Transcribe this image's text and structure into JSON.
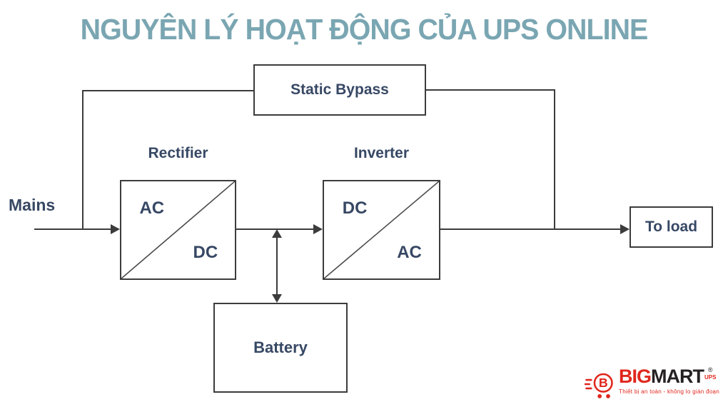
{
  "title": "NGUYÊN LÝ HOẠT ĐỘNG CỦA UPS ONLINE",
  "colors": {
    "title_text": "#7aa6b2",
    "diagram_text": "#374864",
    "wire": "#3c3c3c",
    "logo_red": "#e0271d",
    "logo_dark": "#262122"
  },
  "diagram": {
    "mains_label": "Mains",
    "static_bypass": {
      "label": "Static Bypass"
    },
    "rectifier": {
      "label": "Rectifier",
      "input": "AC",
      "output": "DC"
    },
    "inverter": {
      "label": "Inverter",
      "input": "DC",
      "output": "AC"
    },
    "battery": {
      "label": "Battery"
    },
    "to_load": {
      "label": "To load"
    }
  },
  "logo": {
    "cart_letter": "B",
    "brand_primary": "BIG",
    "brand_secondary": "MART",
    "registered": "®",
    "sub_brand": "UPS",
    "tagline": "Thiết bị an toàn - không lo gián đoạn"
  }
}
